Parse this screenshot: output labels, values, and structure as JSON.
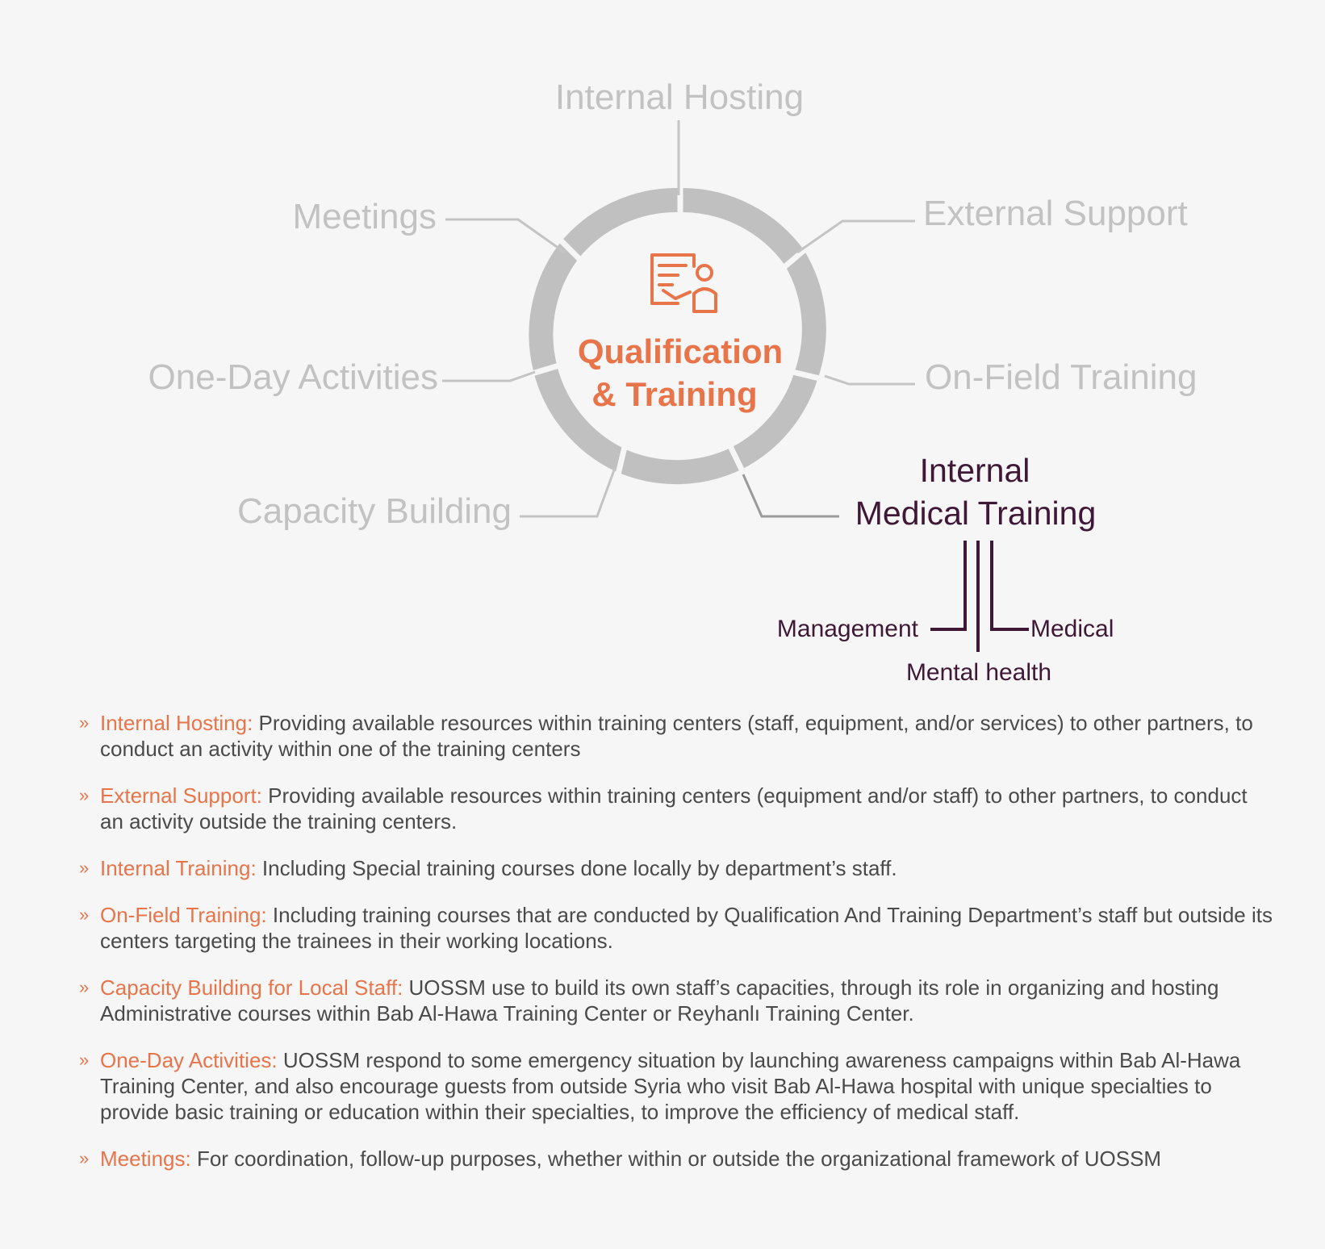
{
  "diagram": {
    "center": {
      "line1": "Qualification",
      "line2": "& Training",
      "icon": "presentation-board-icon"
    },
    "branches": {
      "internal_hosting": "Internal Hosting",
      "external_support": "External Support",
      "on_field_training": "On-Field Training",
      "capacity_building": "Capacity Building",
      "one_day_activities": "One-Day Activities",
      "meetings": "Meetings",
      "internal_medical_line1": "Internal",
      "internal_medical_line2": "Medical Training"
    },
    "sub_branches": {
      "management": "Management",
      "mental_health": "Mental health",
      "medical": "Medical"
    },
    "colors": {
      "accent": "#e8744a",
      "gray": "#c2c2c2",
      "ring": "#c0c0c0",
      "dark": "#3f1836"
    }
  },
  "definitions": [
    {
      "bullet": "»",
      "term": "Internal Hosting:",
      "text": " Providing available resources within training centers (staff, equipment, and/or services) to other partners, to conduct an activity within one of the training centers"
    },
    {
      "bullet": "»",
      "term": "External Support:",
      "text": " Providing available resources within training centers (equipment and/or staff) to other partners, to conduct an activity outside the training centers."
    },
    {
      "bullet": "»",
      "term": "Internal Training:",
      "text": " Including Special training courses done locally by department’s staff."
    },
    {
      "bullet": "»",
      "term": "On-Field Training:",
      "text": " Including training courses that are conducted by Qualification And Training Department’s staff but outside its centers targeting the trainees in their working locations."
    },
    {
      "bullet": "»",
      "term": "Capacity Building for Local Staff:",
      "text": " UOSSM use to build its own staff’s capacities, through its role in organizing and hosting Administrative courses within Bab Al-Hawa Training Center or Reyhanlı Training Center."
    },
    {
      "bullet": "»",
      "term": "One-Day Activities:",
      "text": " UOSSM respond to some emergency situation by launching awareness campaigns within Bab Al-Hawa Training Center, and also encourage guests from outside Syria who visit Bab Al-Hawa hospital with unique specialties to provide basic training or education within their specialties, to improve the efficiency of medical staff."
    },
    {
      "bullet": "»",
      "term": "Meetings:",
      "text": " For coordination, follow-up purposes, whether within or outside the organizational framework of UOSSM"
    }
  ]
}
